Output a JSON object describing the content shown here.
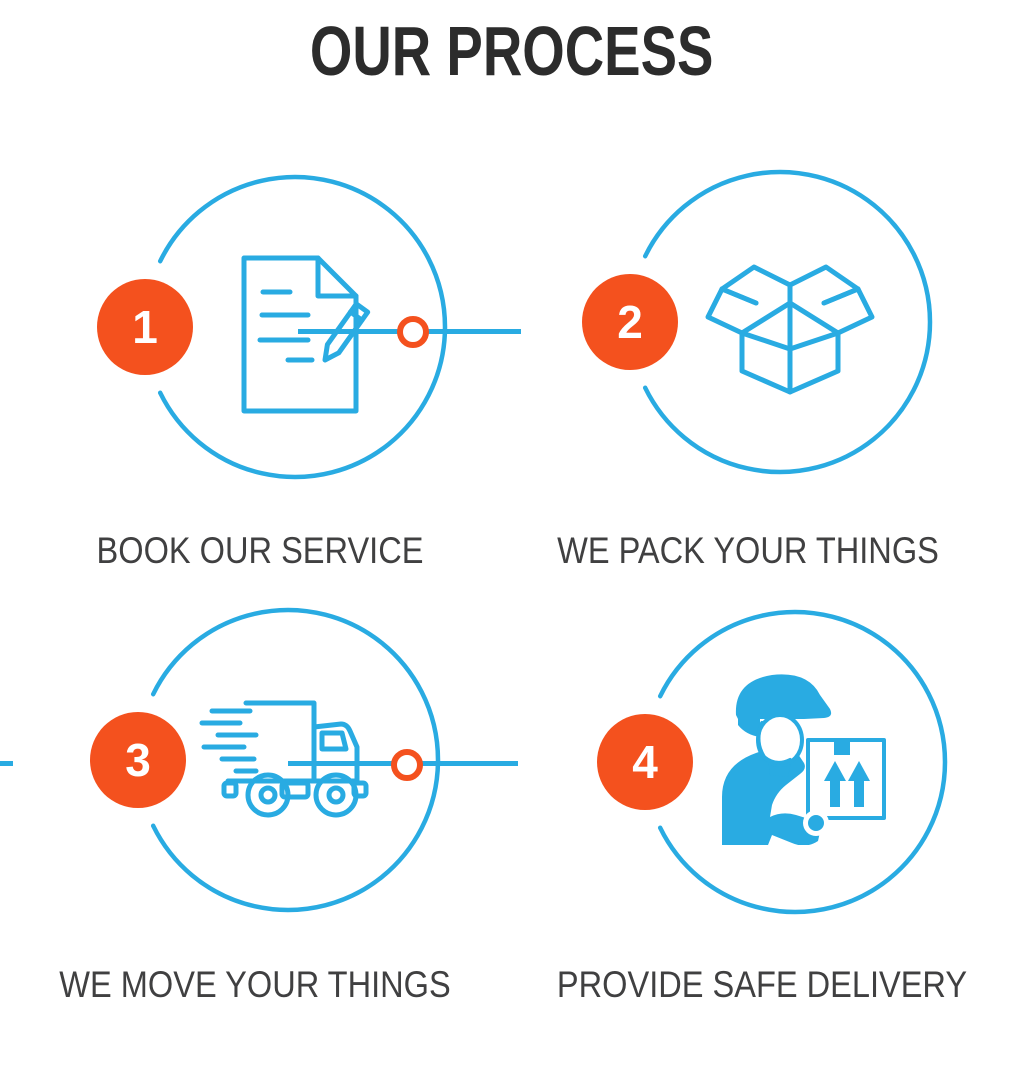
{
  "title": "OUR PROCESS",
  "colors": {
    "blue": "#29abe2",
    "orange": "#f4511e",
    "title_text": "#2c2c2c",
    "label_text": "#404041"
  },
  "steps": [
    {
      "number": "1",
      "label": "BOOK OUR SERVICE",
      "icon": "document-pencil-icon"
    },
    {
      "number": "2",
      "label": "WE PACK YOUR THINGS",
      "icon": "open-box-icon"
    },
    {
      "number": "3",
      "label": "WE MOVE YOUR THINGS",
      "icon": "fast-truck-icon"
    },
    {
      "number": "4",
      "label": "PROVIDE SAFE DELIVERY",
      "icon": "delivery-person-icon"
    }
  ]
}
